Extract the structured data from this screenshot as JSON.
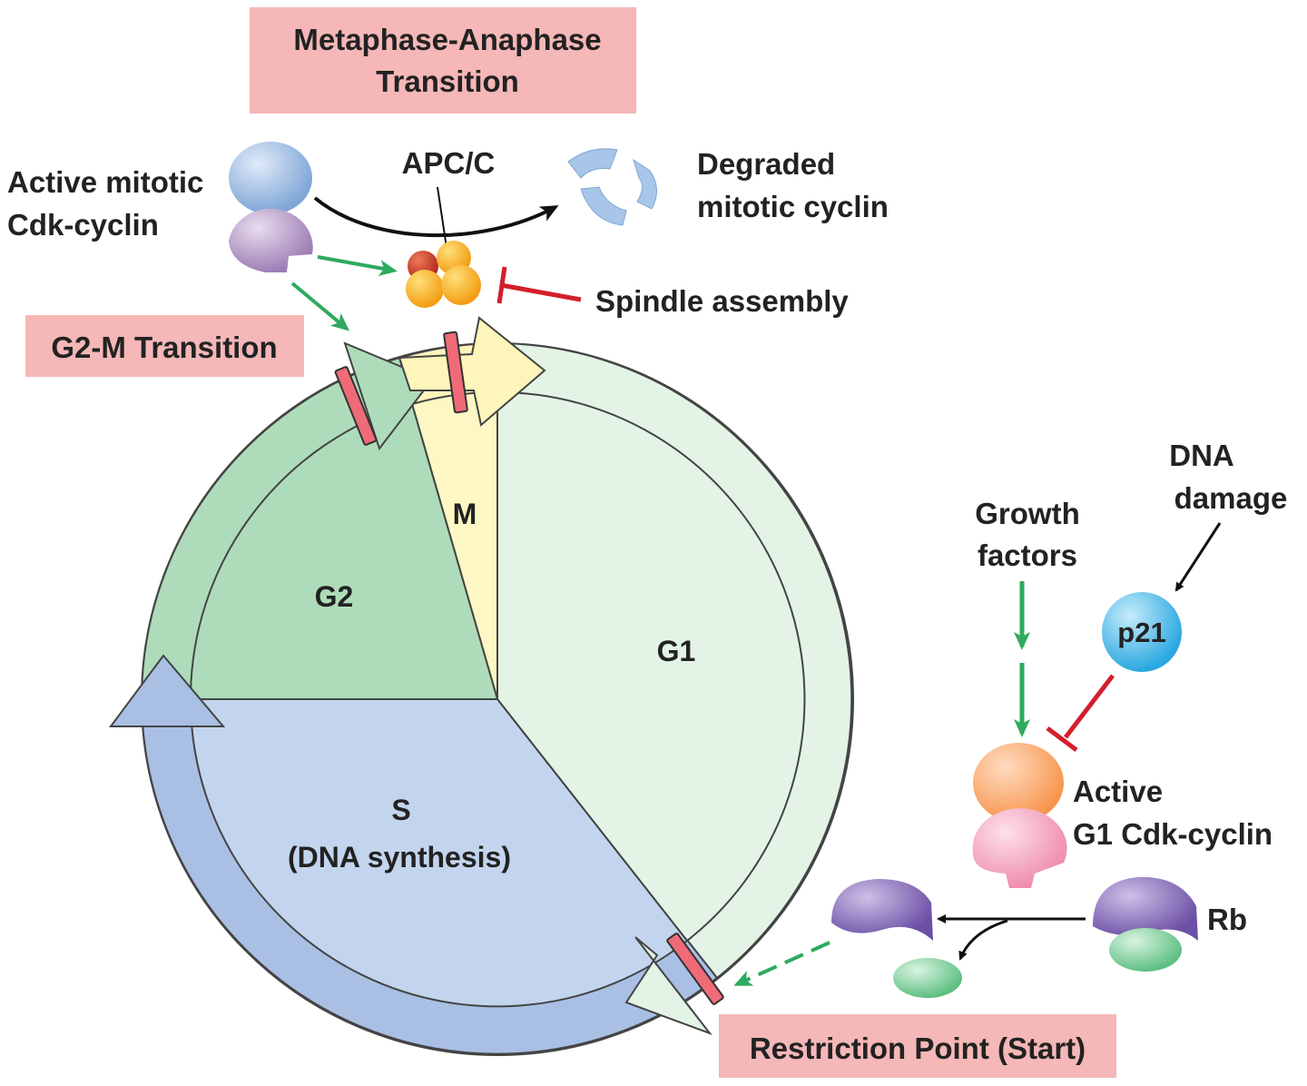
{
  "colors": {
    "g1": "#e3f4e6",
    "g2": "#aedcba",
    "s": "#c3d5ee",
    "m": "#fdf7c4",
    "label_box": "#f5b7b7",
    "inhibit": "#d21f2b",
    "activate": "#2eaa5e",
    "block": "#ef6b78",
    "cdk_top": "#a7c6e8",
    "cdk_bottom": "#c6a8d4",
    "apc_orange": "#ffb81c",
    "apc_red": "#d8452e",
    "g1_cdk_top": "#ffb27a",
    "g1_cdk_bottom": "#f6b2c8",
    "rb_purple": "#9b84c6",
    "rb_green": "#9edbb3",
    "p21": "#5cc5ee"
  },
  "checkpoints": {
    "metaphase_anaphase": [
      "Metaphase-Anaphase",
      "Transition"
    ],
    "g2_m": "G2-M Transition",
    "restriction": "Restriction Point (Start)"
  },
  "phases": {
    "m": "M",
    "g2": "G2",
    "g1": "G1",
    "s": "S",
    "s_sub": "(DNA synthesis)"
  },
  "labels": {
    "active_mitotic": [
      "Active mitotic",
      "Cdk-cyclin"
    ],
    "apc": "APC/C",
    "degraded": [
      "Degraded",
      "mitotic cyclin"
    ],
    "spindle": "Spindle assembly",
    "growth": [
      "Growth",
      "factors"
    ],
    "dna_damage": [
      "DNA",
      "damage"
    ],
    "p21": "p21",
    "active_g1": [
      "Active",
      "G1 Cdk-cyclin"
    ],
    "rb": "Rb"
  },
  "icons": [
    "active-mitotic-cdk-cyclin-icon",
    "apc-c-complex-icon",
    "degraded-cyclin-fragments-icon",
    "p21-icon",
    "g1-cdk-cyclin-icon",
    "rb-complex-icon",
    "free-cdk-icon",
    "free-e2f-icon"
  ]
}
